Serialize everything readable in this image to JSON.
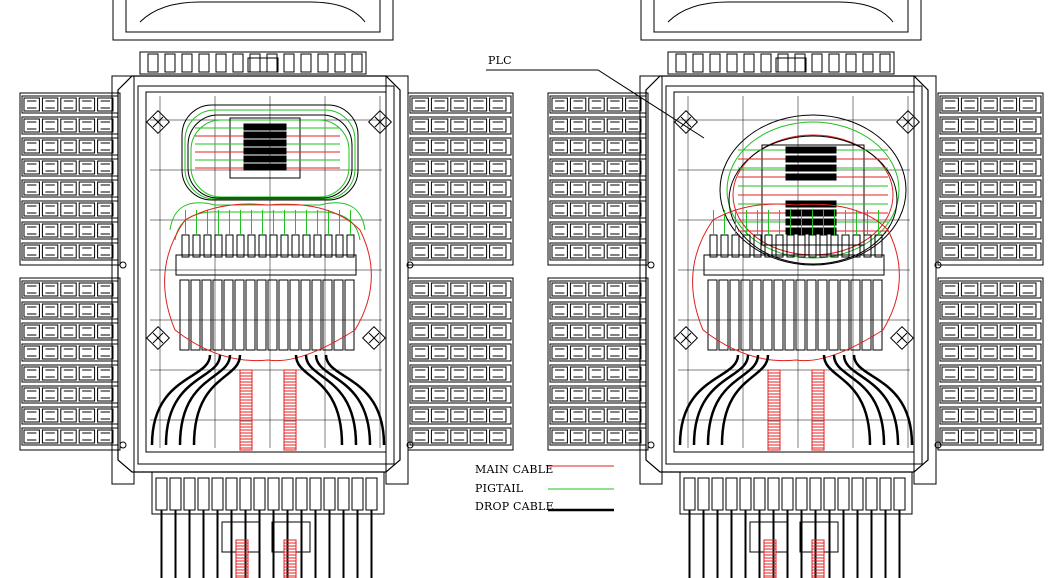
{
  "callout": {
    "plc": "PLC"
  },
  "legend": {
    "items": [
      {
        "label": "MAIN CABLE",
        "color": "#e02020"
      },
      {
        "label": "PIGTAIL",
        "color": "#20c020"
      },
      {
        "label": "DROP CABLE",
        "color": "#000000"
      }
    ]
  },
  "colors": {
    "line": "#000000",
    "main": "#e02020",
    "pigtail": "#20c020",
    "drop": "#000000"
  },
  "adapters": {
    "rows_per_bank": 8,
    "banks_per_side": 2
  }
}
